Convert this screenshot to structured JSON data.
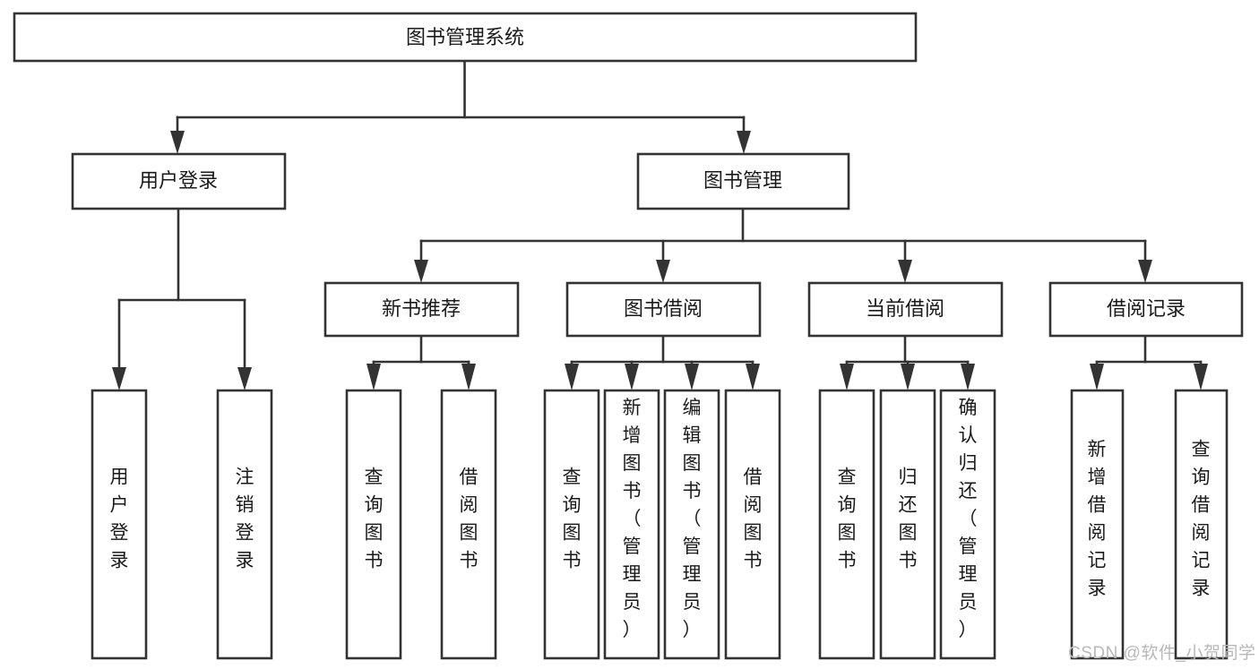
{
  "diagram": {
    "type": "hierarchy-tree",
    "title": "图书管理系统",
    "levels": 4,
    "root": {
      "id": "root",
      "label": "图书管理系统",
      "orientation": "horizontal"
    },
    "level2": [
      {
        "id": "user-login",
        "label": "用户登录",
        "orientation": "horizontal"
      },
      {
        "id": "book-management",
        "label": "图书管理",
        "orientation": "horizontal"
      }
    ],
    "level3": [
      {
        "id": "new-book-recommend",
        "label": "新书推荐",
        "orientation": "horizontal",
        "parent": "book-management"
      },
      {
        "id": "book-borrow",
        "label": "图书借阅",
        "orientation": "horizontal",
        "parent": "book-management"
      },
      {
        "id": "current-borrow",
        "label": "当前借阅",
        "orientation": "horizontal",
        "parent": "book-management"
      },
      {
        "id": "borrow-record",
        "label": "借阅记录",
        "orientation": "horizontal",
        "parent": "book-management"
      }
    ],
    "leaves": [
      {
        "id": "leaf-user-login",
        "label": "用户登录",
        "orientation": "vertical",
        "parent": "user-login"
      },
      {
        "id": "leaf-logout",
        "label": "注销登录",
        "orientation": "vertical",
        "parent": "user-login"
      },
      {
        "id": "leaf-query-book-1",
        "label": "查询图书",
        "orientation": "vertical",
        "parent": "new-book-recommend"
      },
      {
        "id": "leaf-borrow-book-1",
        "label": "借阅图书",
        "orientation": "vertical",
        "parent": "new-book-recommend"
      },
      {
        "id": "leaf-query-book-2",
        "label": "查询图书",
        "orientation": "vertical",
        "parent": "book-borrow"
      },
      {
        "id": "leaf-add-book",
        "label": "新增图书（管理员）",
        "orientation": "vertical",
        "parent": "book-borrow"
      },
      {
        "id": "leaf-edit-book",
        "label": "编辑图书（管理员）",
        "orientation": "vertical",
        "parent": "book-borrow"
      },
      {
        "id": "leaf-borrow-book-2",
        "label": "借阅图书",
        "orientation": "vertical",
        "parent": "book-borrow"
      },
      {
        "id": "leaf-query-book-3",
        "label": "查询图书",
        "orientation": "vertical",
        "parent": "current-borrow"
      },
      {
        "id": "leaf-return-book",
        "label": "归还图书",
        "orientation": "vertical",
        "parent": "current-borrow"
      },
      {
        "id": "leaf-confirm-return",
        "label": "确认归还（管理员）",
        "orientation": "vertical",
        "parent": "current-borrow"
      },
      {
        "id": "leaf-add-record",
        "label": "新增借阅记录",
        "orientation": "vertical",
        "parent": "borrow-record"
      },
      {
        "id": "leaf-query-record",
        "label": "查询借阅记录",
        "orientation": "vertical",
        "parent": "borrow-record"
      }
    ]
  },
  "watermark": {
    "text": "CSDN @软件_小贺同学"
  },
  "colors": {
    "stroke": "#333333",
    "box_fill": "#ffffff",
    "text": "#1a1a1a",
    "watermark": "#b8b8b8",
    "background": "#ffffff"
  }
}
